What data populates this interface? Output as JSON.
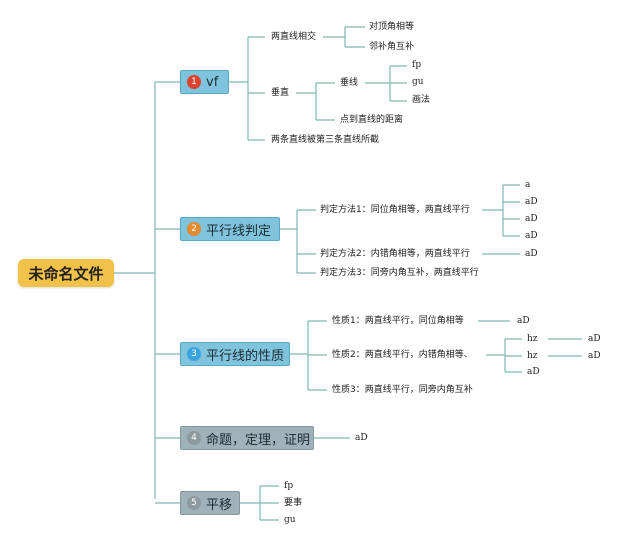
{
  "root": {
    "label": "未命名文件"
  },
  "colors": {
    "red": "#d9452f",
    "orange": "#e58a2f",
    "blue": "#3aa3e0",
    "grey": "#8d9aa0"
  },
  "branches": [
    {
      "number": "1",
      "label": "vf",
      "children": [
        {
          "label": "两直线相交",
          "children": [
            {
              "label": "对顶角相等"
            },
            {
              "label": "邻补角互补"
            }
          ]
        },
        {
          "label": "垂直",
          "children": [
            {
              "label": "垂线",
              "children": [
                {
                  "label": "fp"
                },
                {
                  "label": "gu"
                },
                {
                  "label": "画法"
                }
              ]
            },
            {
              "label": "点到直线的距离"
            }
          ]
        },
        {
          "label": "两条直线被第三条直线所截"
        }
      ]
    },
    {
      "number": "2",
      "label": "平行线判定",
      "children": [
        {
          "label": "判定方法1：同位角相等，两直线平行",
          "children": [
            {
              "label": "a"
            },
            {
              "label": "aD"
            },
            {
              "label": "aD"
            },
            {
              "label": "aD"
            }
          ]
        },
        {
          "label": "判定方法2：内错角相等，两直线平行",
          "children": [
            {
              "label": "aD"
            }
          ]
        },
        {
          "label": "判定方法3：同旁内角互补，两直线平行"
        }
      ]
    },
    {
      "number": "3",
      "label": "平行线的性质",
      "children": [
        {
          "label": "性质1：两直线平行，同位角相等",
          "children": [
            {
              "label": "aD"
            }
          ]
        },
        {
          "label": "性质2：两直线平行，内错角相等、",
          "children": [
            {
              "label": "hz",
              "children": [
                {
                  "label": "aD"
                }
              ]
            },
            {
              "label": "hz",
              "children": [
                {
                  "label": "aD"
                }
              ]
            },
            {
              "label": "aD"
            }
          ]
        },
        {
          "label": "性质3：两直线平行，同旁内角互补"
        }
      ]
    },
    {
      "number": "4",
      "label": "命题，定理，证明",
      "children": [
        {
          "label": "aD"
        }
      ]
    },
    {
      "number": "5",
      "label": "平移",
      "children": [
        {
          "label": "fp"
        },
        {
          "label": "要事"
        },
        {
          "label": "gu"
        }
      ]
    }
  ]
}
